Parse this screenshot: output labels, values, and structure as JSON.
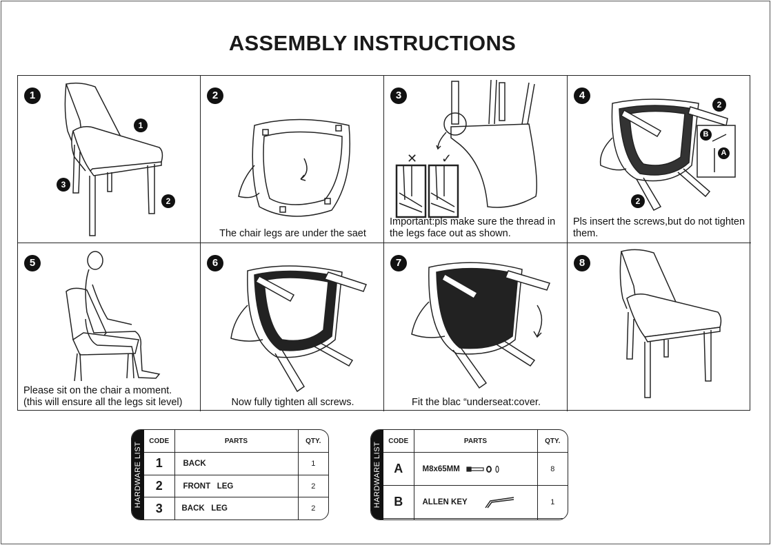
{
  "title": "ASSEMBLY INSTRUCTIONS",
  "steps": [
    {
      "number": "1",
      "caption": "",
      "callouts": [
        "1",
        "3",
        "2"
      ]
    },
    {
      "number": "2",
      "caption": "The chair legs are under the saet"
    },
    {
      "number": "3",
      "caption": "Important:pls make sure the thread in the legs face out as shown."
    },
    {
      "number": "4",
      "caption": "Pls insert the screws,but do not tighten them.",
      "callouts": [
        "2",
        "B",
        "A",
        "2"
      ]
    },
    {
      "number": "5",
      "caption_line1": "Please sit on the chair a moment.",
      "caption_line2": "(this will ensure all the legs sit level)"
    },
    {
      "number": "6",
      "caption": "Now fully tighten all screws."
    },
    {
      "number": "7",
      "caption": "Fit the blac “underseat:cover."
    },
    {
      "number": "8",
      "caption": ""
    }
  ],
  "hardware_lists": [
    {
      "side_label": "HARDWARE LIST",
      "headers": [
        "CODE",
        "PARTS",
        "QTY."
      ],
      "rows": [
        {
          "code": "1",
          "part": "BACK",
          "qty": "1"
        },
        {
          "code": "2",
          "part": "FRONT   LEG",
          "qty": "2"
        },
        {
          "code": "3",
          "part": "BACK   LEG",
          "qty": "2"
        }
      ]
    },
    {
      "side_label": "HARDWARE LIST",
      "headers": [
        "CODE",
        "PARTS",
        "QTY."
      ],
      "rows": [
        {
          "code": "A",
          "part": "M8x65MM",
          "qty": "8",
          "icon": "bolt-washer-icon"
        },
        {
          "code": "B",
          "part": "ALLEN KEY",
          "qty": "1",
          "icon": "allen-key-icon"
        },
        {
          "code": "",
          "part": "",
          "qty": ""
        }
      ]
    }
  ]
}
